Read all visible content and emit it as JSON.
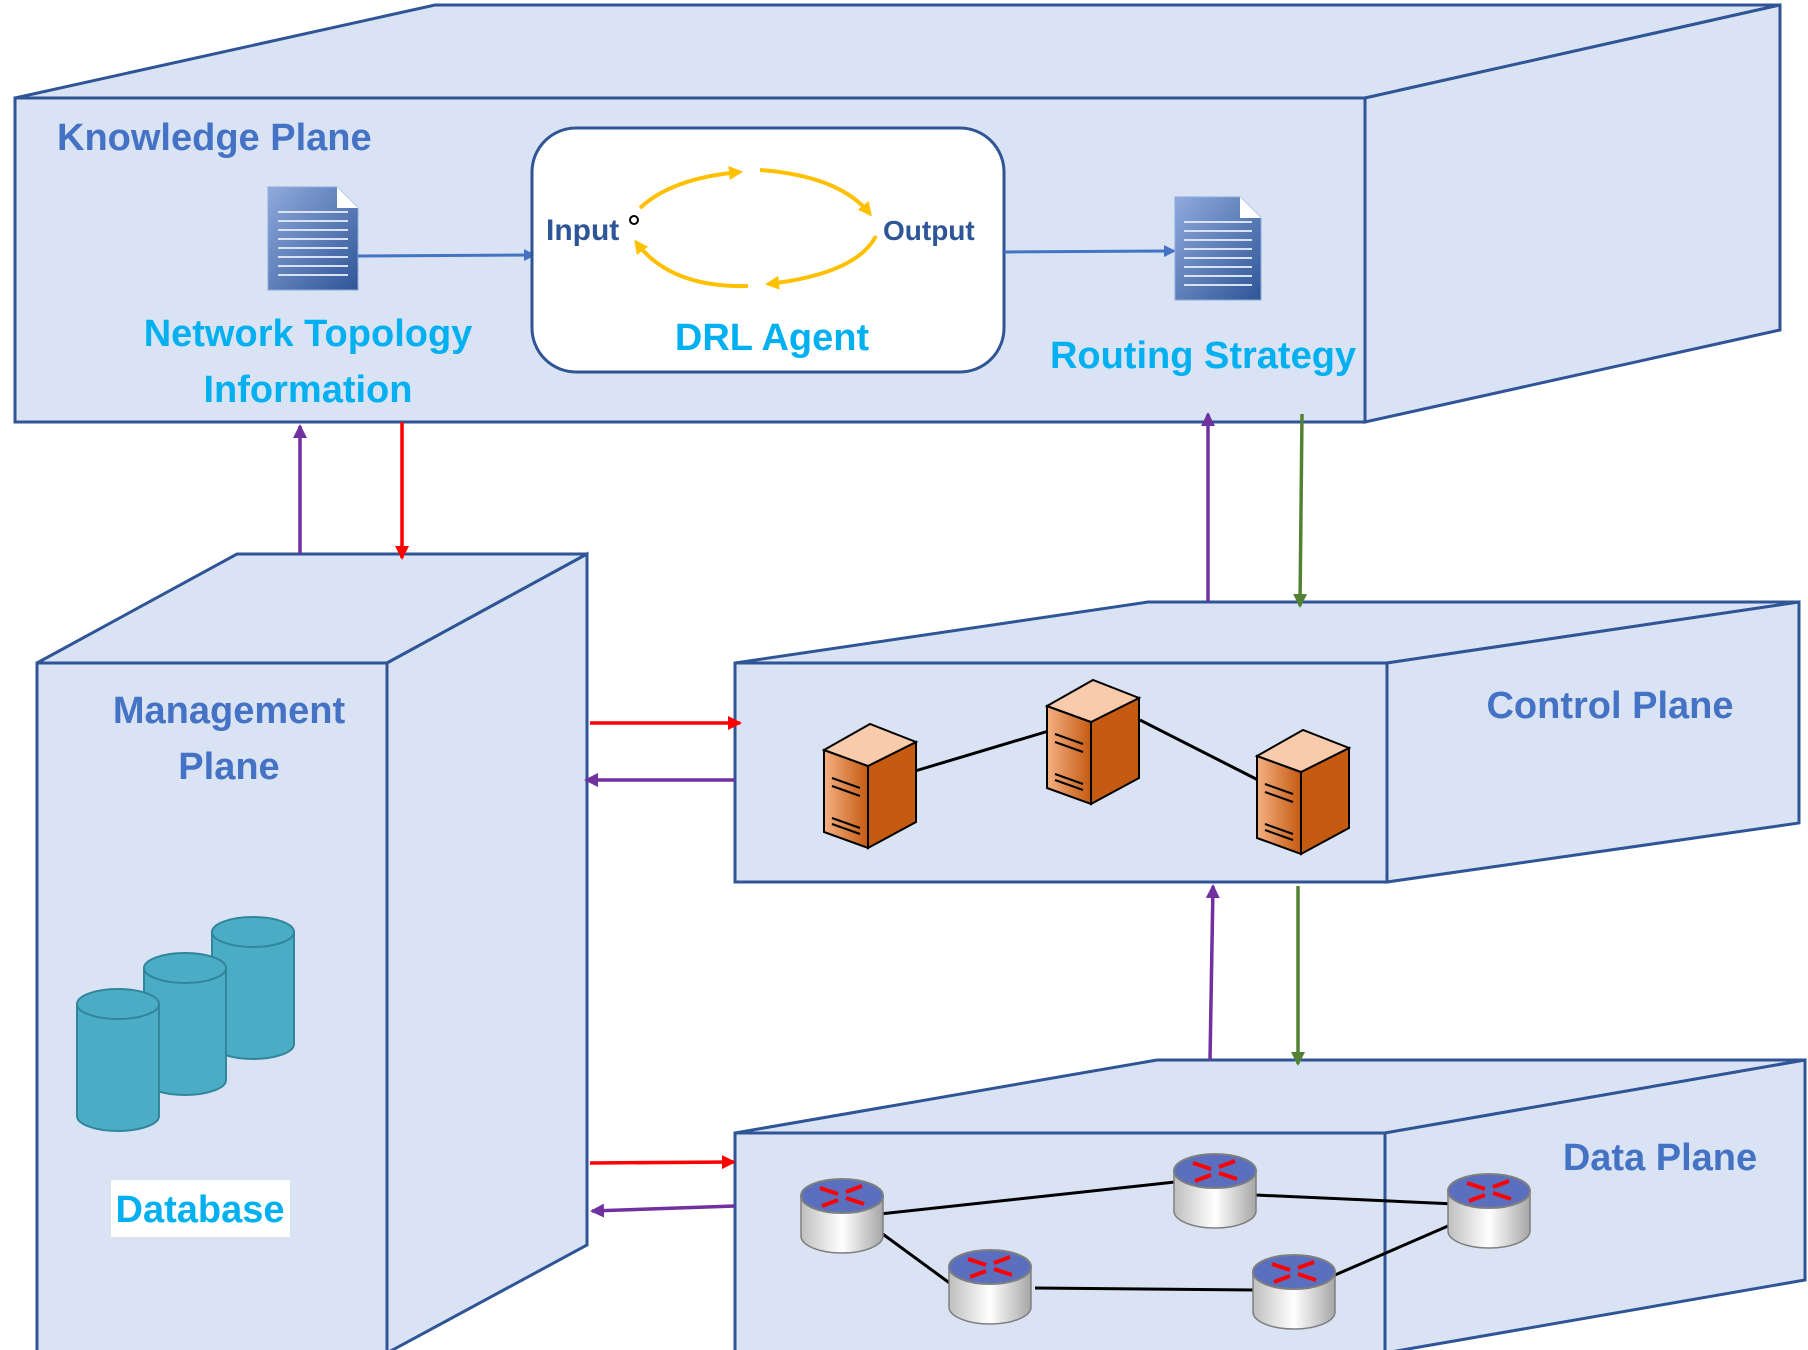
{
  "knowledge_plane": {
    "title": "Knowledge Plane",
    "network_topology_line1": "Network Topology",
    "network_topology_line2": "Information",
    "drl_agent": "DRL Agent",
    "input": "Input",
    "output": "Output",
    "routing_strategy": "Routing Strategy"
  },
  "management_plane": {
    "title_line1": "Management",
    "title_line2": "Plane",
    "database": "Database"
  },
  "control_plane": {
    "title": "Control Plane"
  },
  "data_plane": {
    "title": "Data Plane"
  },
  "colors": {
    "box_fill": "#DAE3F3",
    "box_stroke": "#2F5597",
    "red_arrow": "#FF0000",
    "purple_arrow": "#7030A0",
    "green_arrow": "#548235",
    "agent_cycle": "#FFC000",
    "database": "#4BACC6",
    "server": "#E46C0A"
  },
  "icons": [
    "document-icon",
    "server-icon",
    "router-icon",
    "database-icon",
    "cycle-arrows-icon"
  ]
}
